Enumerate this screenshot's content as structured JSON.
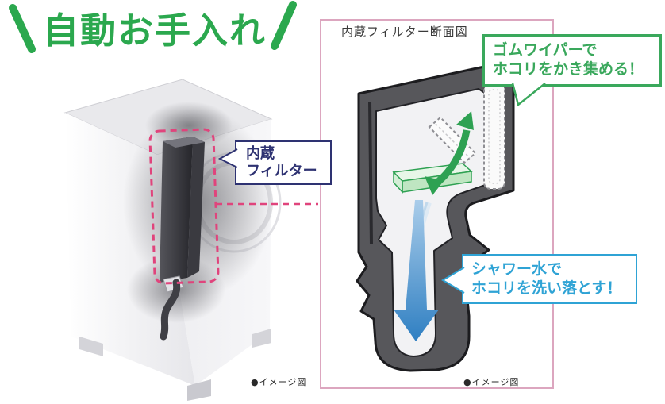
{
  "title": {
    "text": "自動お手入れ"
  },
  "left_figure": {
    "label_line1": "内蔵",
    "label_line2": "フィルター",
    "caption": "●イメージ図"
  },
  "diagram": {
    "title": "内蔵フィルター断面図",
    "caption": "●イメージ図",
    "callout_wiper": {
      "line1": "ゴムワイパーで",
      "line2": "ホコリをかき集める！"
    },
    "callout_shower": {
      "line1": "シャワー水で",
      "line2": "ホコリを洗い落とす！"
    }
  },
  "colors": {
    "title_green": "#2ba84e",
    "wiper_green": "#3aa85c",
    "arrow_green": "#2ea152",
    "shower_blue": "#2fa3d5",
    "arrow_blue": "#2f7fc2",
    "label_navy": "#2e3272",
    "highlight_pink": "#e0447c",
    "panel_border_pink": "#dca6bf",
    "housing_gray": "#57575b"
  }
}
